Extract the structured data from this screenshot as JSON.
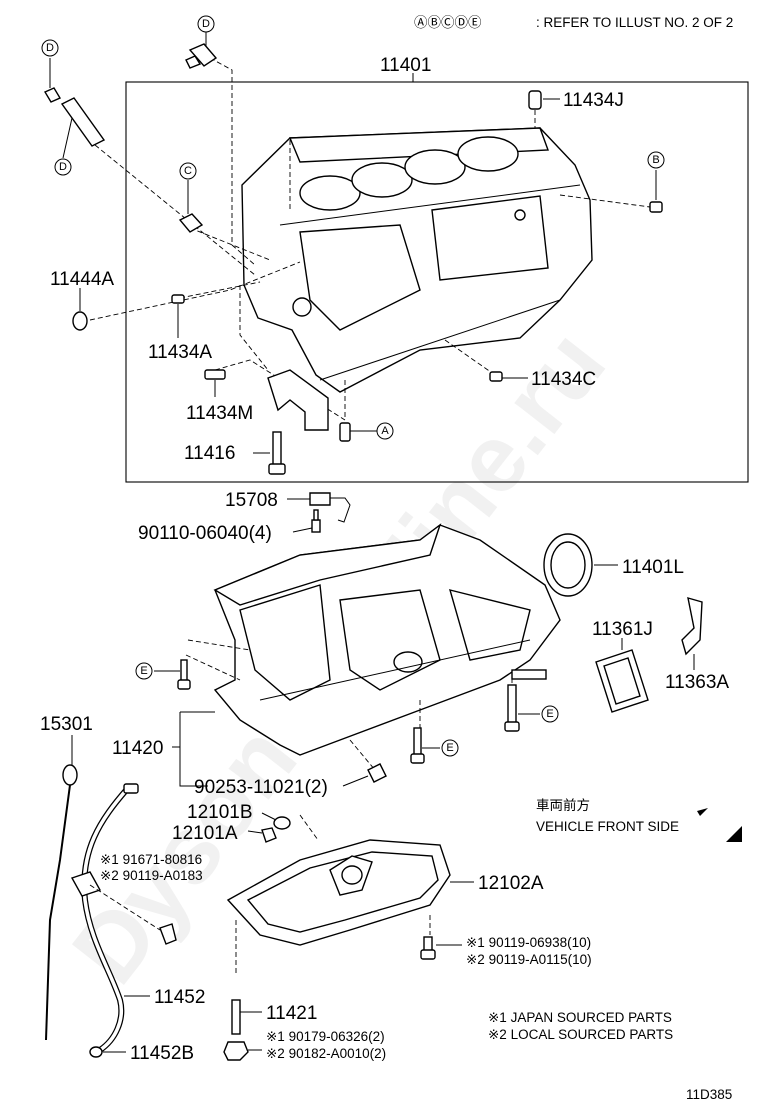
{
  "header": {
    "refer_prefix": "ⒶⒷⒸⒹⒺ",
    "refer_text": ": REFER TO ILLUST NO. 2 OF 2"
  },
  "circles": {
    "a": "A",
    "b": "B",
    "c": "C",
    "d": "D",
    "e": "E"
  },
  "parts": {
    "p11401": "11401",
    "p11434J": "11434J",
    "p11444A": "11444A",
    "p11434A": "11434A",
    "p11434C": "11434C",
    "p11434M": "11434M",
    "p11416": "11416",
    "p15708": "15708",
    "p90110": "90110-06040(4)",
    "p11401L": "11401L",
    "p11361J": "11361J",
    "p11363A": "11363A",
    "p15301": "15301",
    "p11420": "11420",
    "p90253": "90253-11021(2)",
    "p12101B": "12101B",
    "p12101A": "12101A",
    "p12102A": "12102A",
    "p11452": "11452",
    "p11452B": "11452B",
    "p11421": "11421"
  },
  "notes": {
    "n91671": "※1 91671-80816",
    "n90119a": "※2 90119-A0183",
    "n90119_06938": "※1 90119-06938(10)",
    "n90119_A0115": "※2 90119-A0115(10)",
    "n90179": "※1 90179-06326(2)",
    "n90182": "※2 90182-A0010(2)",
    "japan": "※1 JAPAN SOURCED PARTS",
    "local": "※2 LOCAL SOURCED PARTS"
  },
  "vehicle_front": {
    "jp": "車両前方",
    "en": "VEHICLE FRONT SIDE"
  },
  "watermark": "DysonCarMine.ru",
  "illust_no": "11D385"
}
